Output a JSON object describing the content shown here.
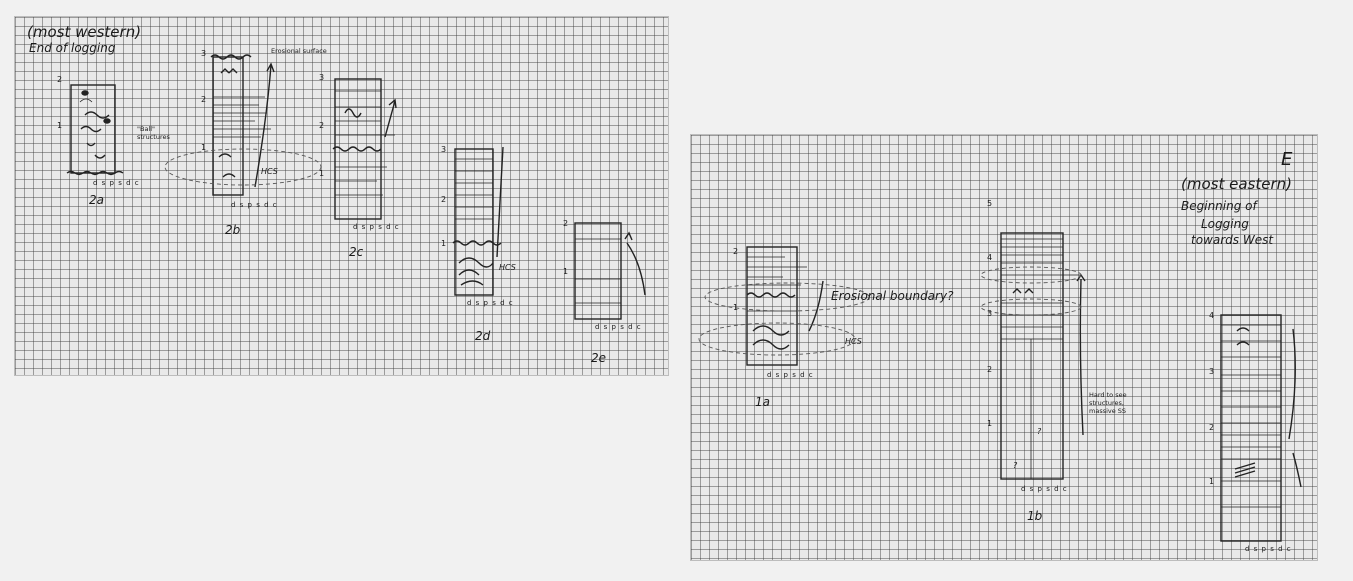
{
  "left_sheet": {
    "title": "(most western)",
    "subtitle": "End of logging",
    "logs": [
      {
        "id": "2a",
        "label": "2a",
        "ticks": [
          "2",
          "1"
        ],
        "axis": "d s p s d c",
        "note": "\"Ball\" structures"
      },
      {
        "id": "2b",
        "label": "2b",
        "ticks": [
          "3",
          "2",
          "1"
        ],
        "axis": "d s p s d c",
        "note1": "Erosional surface",
        "note2": "HCS"
      },
      {
        "id": "2c",
        "label": "2c",
        "ticks": [
          "3",
          "2",
          "1"
        ],
        "axis": "d s p s d c"
      },
      {
        "id": "2d",
        "label": "2d",
        "ticks": [
          "3",
          "2",
          "1"
        ],
        "axis": "d s p s d c",
        "note1": "HCS"
      },
      {
        "id": "2e",
        "label": "2e",
        "ticks": [
          "2",
          "1"
        ],
        "axis": "d s p s d c"
      }
    ]
  },
  "right_sheet": {
    "corner_letter": "E",
    "title": "(most eastern)",
    "subtitle_line1": "Beginning of",
    "subtitle_line2": "Logging",
    "subtitle_line3": "towards West",
    "logs": [
      {
        "id": "1a",
        "label": "1a",
        "ticks": [
          "2",
          "1"
        ],
        "axis": "d s p s d c",
        "note1": "Erosional boundary?",
        "note2": "HCS"
      },
      {
        "id": "1b",
        "label": "1b",
        "ticks": [
          "5",
          "4",
          "3",
          "2",
          "1"
        ],
        "axis": "d s p s d c",
        "note1": "Hard to see structures, massive SS",
        "q1": "?",
        "q2": "?"
      },
      {
        "id": "1c",
        "label": "",
        "ticks": [
          "4",
          "3",
          "2",
          "1"
        ],
        "axis": "d s p s d c"
      }
    ]
  }
}
